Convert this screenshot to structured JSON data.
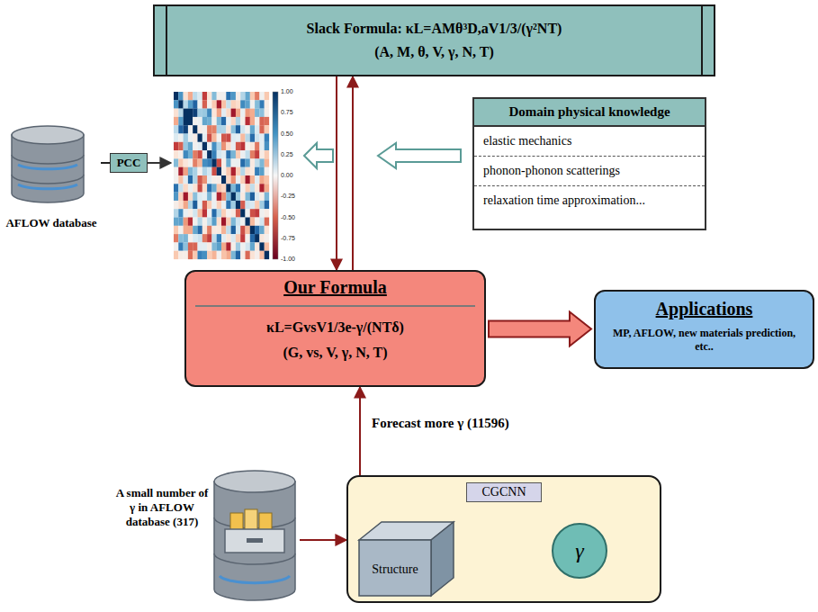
{
  "diagram": {
    "nodes": [
      {
        "text": [
          "Slack Formula: κL=AMθ³D,aV1/3/(γ²NT)",
          "(A, M, θ, V, γ, N, T)"
        ]
      },
      {
        "text": [
          "PCC"
        ]
      },
      {
        "text": [
          "AFLOW database"
        ]
      },
      {
        "text": [
          "Domain physical knowledge",
          "elastic mechanics",
          "phonon-phonon scatterings",
          "relaxation time approximation..."
        ]
      },
      {
        "text": [
          "Our Formula",
          "κL=GvsV1/3e-γ/(NTδ)",
          "(G, vs, V, γ, N, T)"
        ]
      },
      {
        "text": [
          "Applications",
          "MP, AFLOW, new materials prediction, etc.."
        ]
      },
      {
        "text": [
          "A small number of γ in AFLOW database (317)"
        ]
      },
      {
        "text": [
          "CGCNN"
        ]
      },
      {
        "text": [
          "Structure"
        ],
        "in": 7
      },
      {
        "text": [
          "γ"
        ],
        "in": 7
      }
    ],
    "edges": [
      {
        "from": 2,
        "to": 1,
        "arrow": "none"
      },
      {
        "from": 0,
        "to": 4,
        "arrow": "to"
      },
      {
        "from": 4,
        "to": 0,
        "arrow": "to"
      },
      {
        "from": 4,
        "to": 5,
        "arrow": "to"
      },
      {
        "from": 6,
        "to": 7,
        "arrow": "to"
      },
      {
        "from": 7,
        "to": 4,
        "arrow": "to",
        "label": "Forecast more γ (11596)"
      },
      {
        "from": 8,
        "to": 9,
        "arrow": "both"
      },
      {
        "from": 8,
        "to": 9,
        "arrow": "both"
      }
    ],
    "labels": [
      "1.00",
      "0.75",
      "0.50",
      "0.25",
      "0.00",
      "-0.25",
      "-0.50",
      "-0.75",
      "-1.00"
    ]
  }
}
